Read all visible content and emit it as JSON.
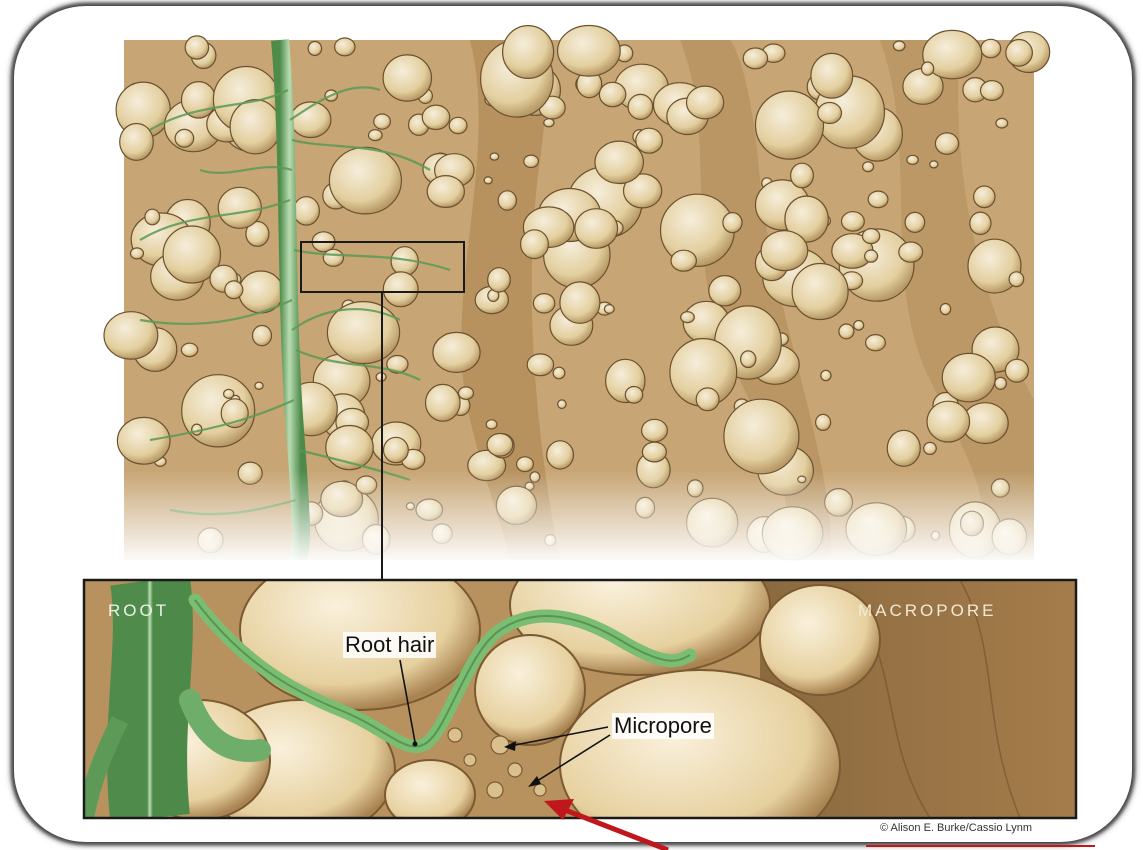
{
  "labels": {
    "root": "ROOT",
    "macropore": "MACROPORE",
    "root_hair": "Root hair",
    "micropore": "Micropore",
    "credit": "© Alison E. Burke/Cassio Lynm"
  },
  "colors": {
    "soil": "#c9a877",
    "pebble": "#e8d9b4",
    "root": "#6fae6a",
    "arrow": "#c0171d"
  }
}
